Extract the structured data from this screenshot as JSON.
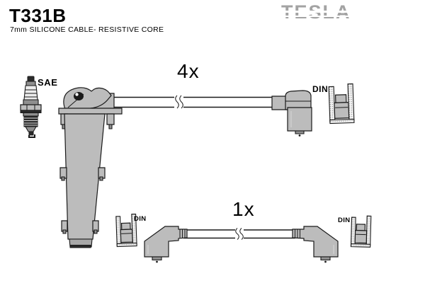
{
  "header": {
    "part_number": "T331B",
    "subtitle": "7mm SILICONE CABLE- RESISTIVE CORE",
    "brand_logo": "TESLA"
  },
  "diagram": {
    "spark_plug_standard_label": "SAE",
    "main_cable_quantity": "4x",
    "main_cable_end_label": "DIN",
    "coil_cable_quantity": "1x",
    "coil_cable_left_end_label": "DIN",
    "coil_cable_right_end_label": "DIN"
  },
  "colors": {
    "boot_gray": "#bcbcbc",
    "outline": "#1a1a1a",
    "logo_gray": "#a3a3a3",
    "text_black": "#000000",
    "background": "#ffffff"
  }
}
